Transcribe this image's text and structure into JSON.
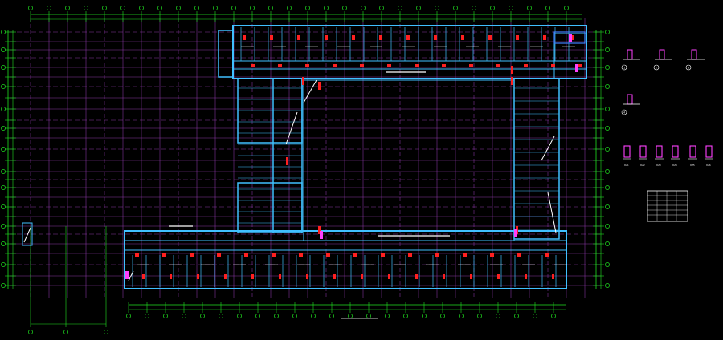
{
  "drawing": {
    "title": "",
    "notes": []
  },
  "colors": {
    "background": "#000000",
    "grid": "#a040c0",
    "dimension": "#20e020",
    "wall": "#40c0ff",
    "column": "#ff2020",
    "detail": "#ffffff",
    "accent": "#ff40ff"
  },
  "details": {
    "sections": [
      "1",
      "2",
      "3",
      "4"
    ],
    "column_types": [
      "KZ1",
      "KZ2",
      "KZ3",
      "KZ4",
      "KZ5",
      "KZ6"
    ],
    "schedule_title": ""
  },
  "view": {
    "type": "cad-floor-plan",
    "grid_shown": true
  }
}
